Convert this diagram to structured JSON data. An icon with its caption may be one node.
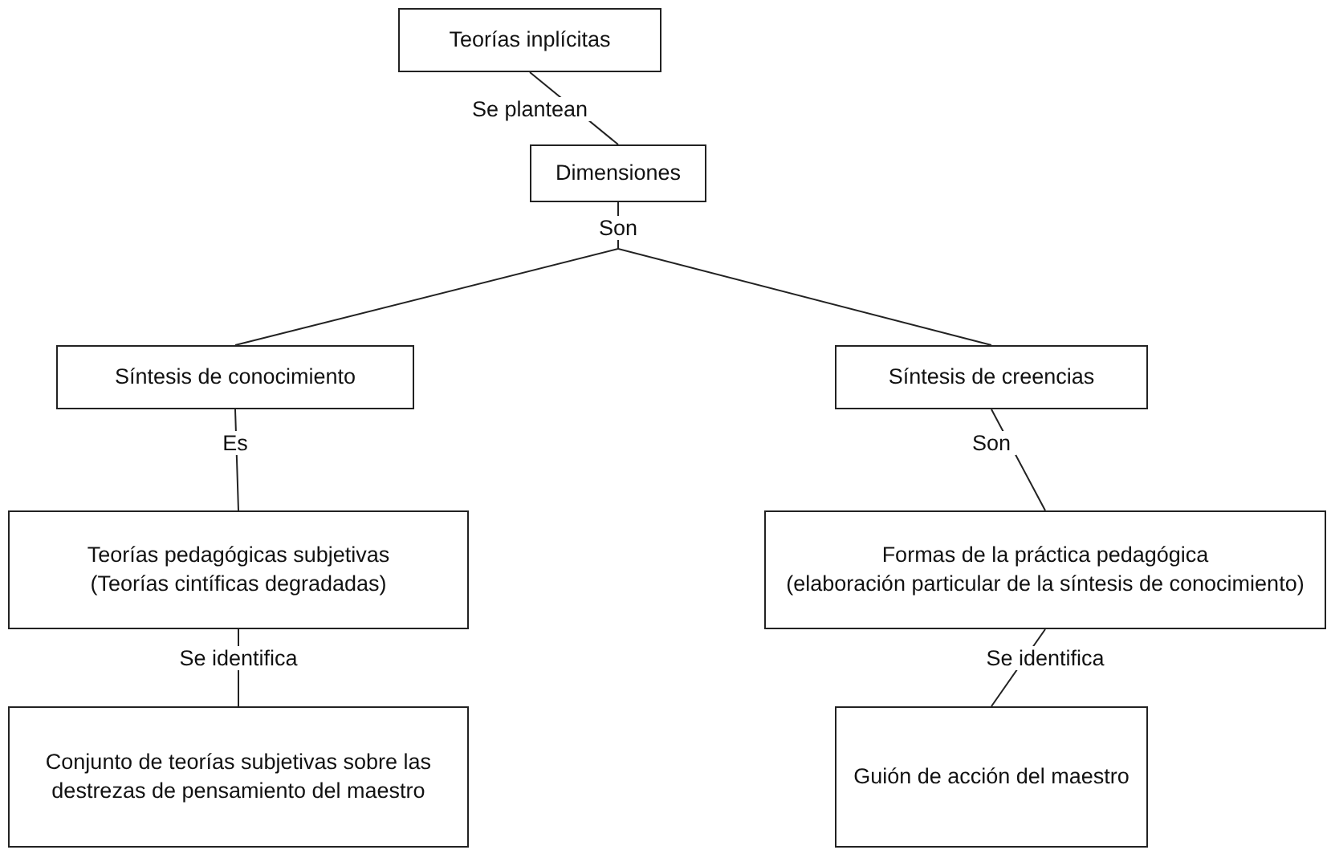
{
  "diagram": {
    "nodes": [
      {
        "text": [
          "Teorías inplícitas"
        ]
      },
      {
        "text": [
          "Dimensiones"
        ]
      },
      {
        "text": [
          "Síntesis de conocimiento"
        ]
      },
      {
        "text": [
          "Síntesis de creencias"
        ]
      },
      {
        "text": [
          "Teorías pedagógicas subjetivas",
          "(Teorías cintíficas degradadas)"
        ]
      },
      {
        "text": [
          "Formas de la práctica pedagógica",
          "(elaboración particular de la síntesis de conocimiento)"
        ]
      },
      {
        "text": [
          "Conjunto de teorías subjetivas sobre las destrezas de pensamiento del maestro"
        ]
      },
      {
        "text": [
          "Guión de acción del maestro"
        ]
      }
    ],
    "edges": [
      {
        "from": 0,
        "to": 1,
        "arrow": "none",
        "label": "Se plantean"
      },
      {
        "from": 1,
        "to": 2,
        "arrow": "none",
        "label": "Son"
      },
      {
        "from": 1,
        "to": 3,
        "arrow": "none"
      },
      {
        "from": 2,
        "to": 4,
        "arrow": "none",
        "label": "Es"
      },
      {
        "from": 3,
        "to": 5,
        "arrow": "none",
        "label": "Son"
      },
      {
        "from": 4,
        "to": 6,
        "arrow": "none",
        "label": "Se identifica"
      },
      {
        "from": 5,
        "to": 7,
        "arrow": "none",
        "label": "Se identifica"
      }
    ]
  }
}
